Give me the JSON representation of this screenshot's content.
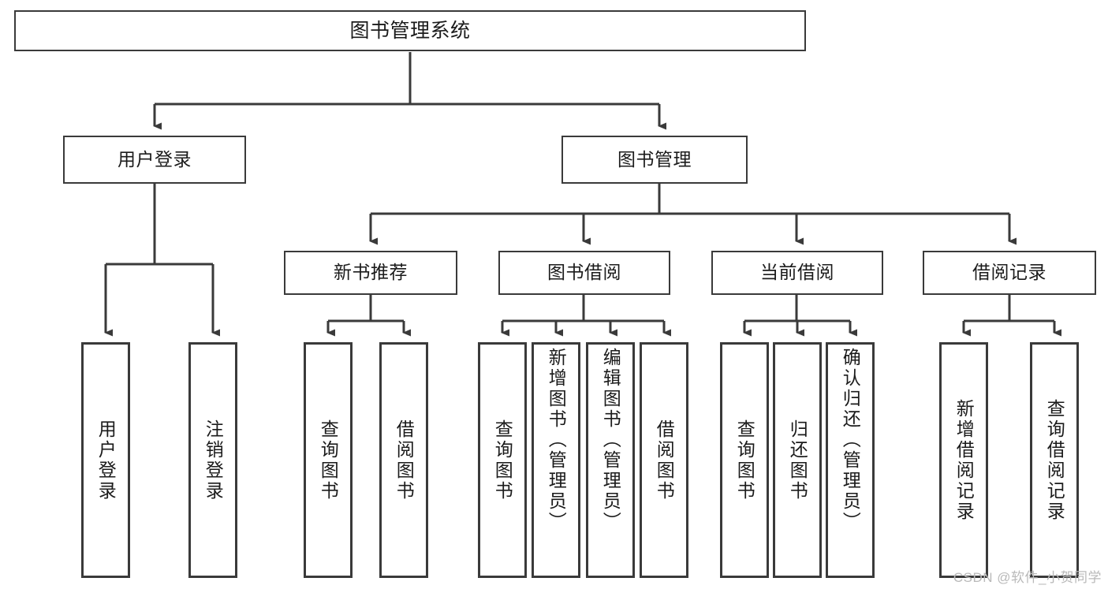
{
  "diagram": {
    "title": "图书管理系统",
    "type": "tree",
    "watermark": "CSDN @软件_小贺同学",
    "colors": {
      "box_border": "#3a3a3a",
      "box_fill": "#ffffff",
      "connector": "#3a3a3a",
      "text": "#1b1b1b",
      "watermark": "#b9b9b9",
      "background": "#ffffff"
    },
    "root": {
      "label": "图书管理系统"
    },
    "level1": [
      {
        "label": "用户登录"
      },
      {
        "label": "图书管理"
      }
    ],
    "level2": [
      {
        "label": "新书推荐"
      },
      {
        "label": "图书借阅"
      },
      {
        "label": "当前借阅"
      },
      {
        "label": "借阅记录"
      }
    ],
    "leaves": {
      "user_login": [
        {
          "label": "用户登录"
        },
        {
          "label": "注销登录"
        }
      ],
      "new_book_recommend": [
        {
          "label": "查询图书"
        },
        {
          "label": "借阅图书"
        }
      ],
      "book_borrow": [
        {
          "label": "查询图书"
        },
        {
          "label": "新增图书（管理员）"
        },
        {
          "label": "编辑图书（管理员）"
        },
        {
          "label": "借阅图书"
        }
      ],
      "current_borrow": [
        {
          "label": "查询图书"
        },
        {
          "label": "归还图书"
        },
        {
          "label": "确认归还（管理员）"
        }
      ],
      "borrow_record": [
        {
          "label": "新增借阅记录"
        },
        {
          "label": "查询借阅记录"
        }
      ]
    }
  }
}
